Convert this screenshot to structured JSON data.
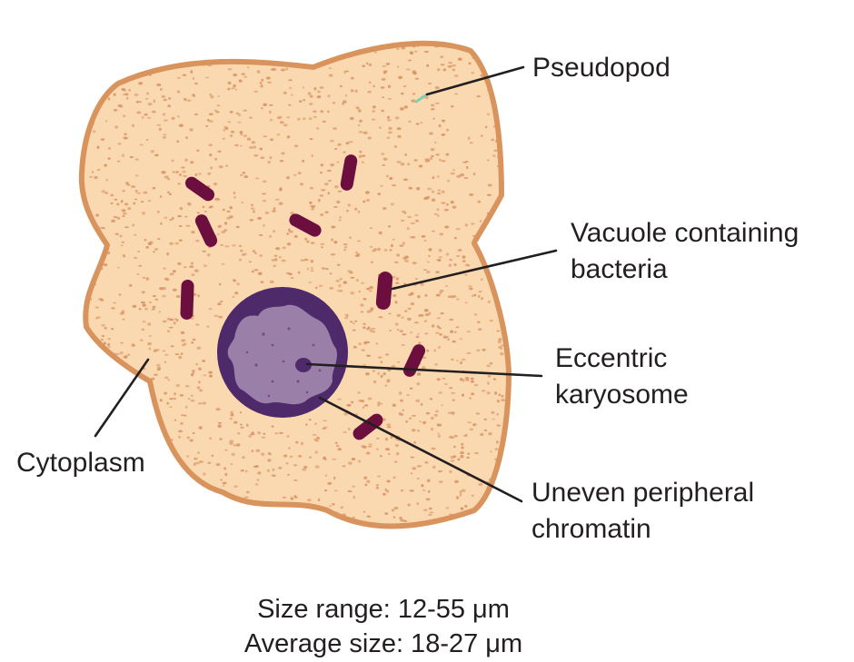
{
  "labels": {
    "pseudopod": "Pseudopod",
    "vacuole_line1": "Vacuole containing",
    "vacuole_line2": "bacteria",
    "karyosome_line1": "Eccentric",
    "karyosome_line2": "karyosome",
    "cytoplasm": "Cytoplasm",
    "chromatin_line1": "Uneven peripheral",
    "chromatin_line2": "chromatin"
  },
  "caption": {
    "size_range": "Size range: 12-55 μm",
    "average_size": "Average size: 18-27 μm"
  },
  "colors": {
    "cytoplasm_fill": "#fbd9b0",
    "cell_membrane": "#d9935c",
    "granules": "#d89466",
    "nucleus_rim": "#4e2a6a",
    "nucleus_inner": "#9a7fa8",
    "bacteria": "#6d0f3e",
    "pseudopod_tip": "#7fd0b0",
    "text": "#231f20"
  }
}
